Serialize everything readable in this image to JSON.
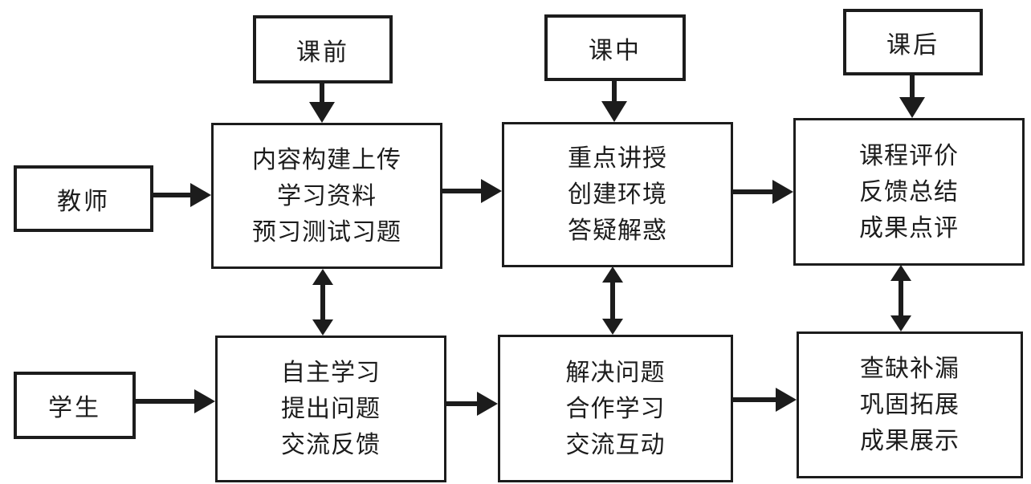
{
  "diagram": {
    "phases": [
      {
        "label": "课前"
      },
      {
        "label": "课中"
      },
      {
        "label": "课后"
      }
    ],
    "actors": [
      {
        "label": "教师"
      },
      {
        "label": "学生"
      }
    ],
    "teacher_boxes": [
      {
        "lines": [
          "内容构建上传",
          "学习资料",
          "预习测试习题"
        ]
      },
      {
        "lines": [
          "重点讲授",
          "创建环境",
          "答疑解惑"
        ]
      },
      {
        "lines": [
          "课程评价",
          "反馈总结",
          "成果点评"
        ]
      }
    ],
    "student_boxes": [
      {
        "lines": [
          "自主学习",
          "提出问题",
          "交流反馈"
        ]
      },
      {
        "lines": [
          "解决问题",
          "合作学习",
          "交流互动"
        ]
      },
      {
        "lines": [
          "查缺补漏",
          "巩固拓展",
          "成果展示"
        ]
      }
    ],
    "colors": {
      "background": "#ffffff",
      "line": "#1c1c1c",
      "text": "#1c1c1c"
    }
  }
}
